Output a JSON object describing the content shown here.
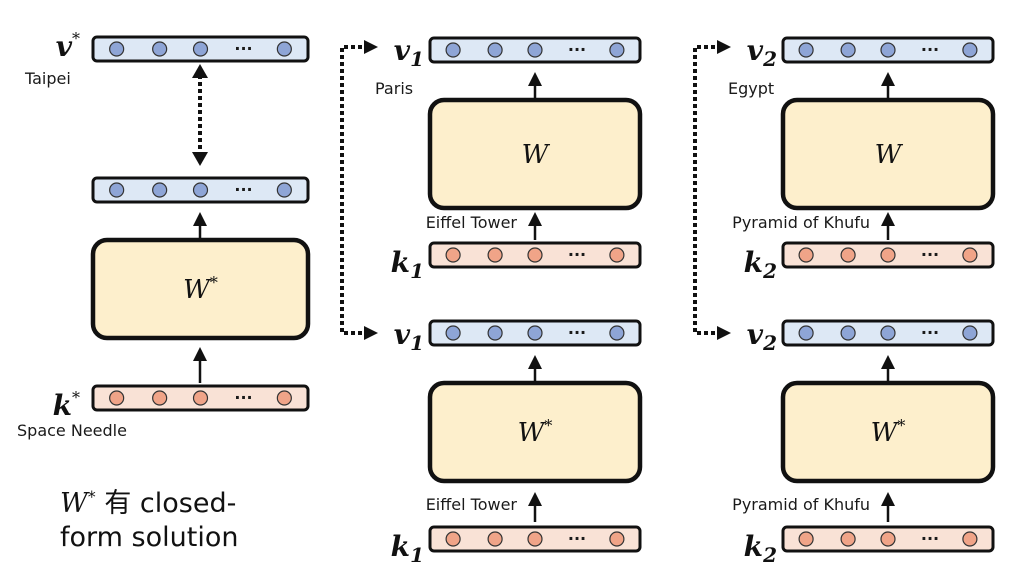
{
  "colors": {
    "value_bar_fill": "#dde8f5",
    "value_node_fill": "#8ea5d6",
    "key_bar_fill": "#f9e2d6",
    "key_node_fill": "#f0a488",
    "matrix_fill": "#fdefcc",
    "stroke": "#111111"
  },
  "ellipsis": "···",
  "panels": [
    {
      "name": "target",
      "top": {
        "symbol": "v",
        "sup": "*",
        "sub": "",
        "label": "Taipei"
      },
      "output_vec": {
        "symbol": "",
        "label": ""
      },
      "matrix": "W*",
      "key": {
        "symbol": "k",
        "sup": "*",
        "sub": "",
        "label": "Space Needle"
      },
      "connector": "dotted-double-arrow"
    },
    {
      "name": "example-1",
      "top_block": {
        "value": {
          "symbol": "v",
          "sub": "1",
          "label": "Paris"
        },
        "matrix": "W",
        "key": {
          "symbol": "k",
          "sub": "1",
          "label": "Eiffel Tower"
        }
      },
      "bottom_block": {
        "value": {
          "symbol": "v",
          "sub": "1",
          "label": ""
        },
        "matrix": "W*",
        "key": {
          "symbol": "k",
          "sub": "1",
          "label": "Eiffel Tower"
        }
      },
      "connector": "dotted-arrow"
    },
    {
      "name": "example-2",
      "top_block": {
        "value": {
          "symbol": "v",
          "sub": "2",
          "label": "Egypt"
        },
        "matrix": "W",
        "key": {
          "symbol": "k",
          "sub": "2",
          "label": "Pyramid of Khufu"
        }
      },
      "bottom_block": {
        "value": {
          "symbol": "v",
          "sub": "2",
          "label": ""
        },
        "matrix": "W*",
        "key": {
          "symbol": "k",
          "sub": "2",
          "label": "Pyramid of Khufu"
        }
      },
      "connector": "dotted-arrow"
    }
  ],
  "texts": {
    "taipei": "Taipei",
    "space_needle": "Space Needle",
    "paris": "Paris",
    "egypt": "Egypt",
    "eiffel_1": "Eiffel Tower",
    "eiffel_2": "Eiffel Tower",
    "khufu_1": "Pyramid of Khufu",
    "khufu_2": "Pyramid of Khufu",
    "v_star": "v",
    "k_star": "k",
    "star": "*",
    "v": "v",
    "k": "k",
    "sub1": "1",
    "sub2": "2",
    "W": "W",
    "W_star": "W",
    "note_w": "W",
    "note_star": "*",
    "note_line1_rest": " 有 closed-",
    "note_line2": "form solution"
  }
}
